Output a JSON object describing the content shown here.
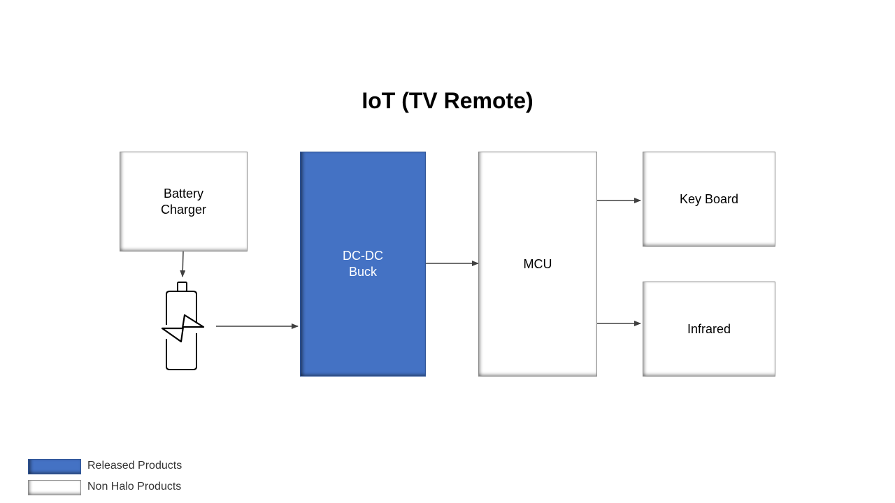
{
  "title": "IoT (TV Remote)",
  "colors": {
    "released": "#4472c4",
    "non_halo": "#ffffff",
    "arrow": "#404040"
  },
  "blocks": {
    "battery_charger": {
      "label": "Battery\nCharger",
      "category": "non_halo"
    },
    "dcdc_buck": {
      "label": "DC-DC\nBuck",
      "category": "released"
    },
    "mcu": {
      "label": "MCU",
      "category": "non_halo"
    },
    "keyboard": {
      "label": "Key Board",
      "category": "non_halo"
    },
    "infrared": {
      "label": "Infrared",
      "category": "non_halo"
    }
  },
  "battery": {
    "icon": "battery-charging-icon"
  },
  "connections": [
    {
      "from": "battery_charger",
      "to": "battery"
    },
    {
      "from": "battery",
      "to": "dcdc_buck"
    },
    {
      "from": "dcdc_buck",
      "to": "mcu"
    },
    {
      "from": "mcu",
      "to": "keyboard"
    },
    {
      "from": "mcu",
      "to": "infrared"
    }
  ],
  "legend": {
    "released": "Released Products",
    "non_halo": "Non Halo Products"
  }
}
